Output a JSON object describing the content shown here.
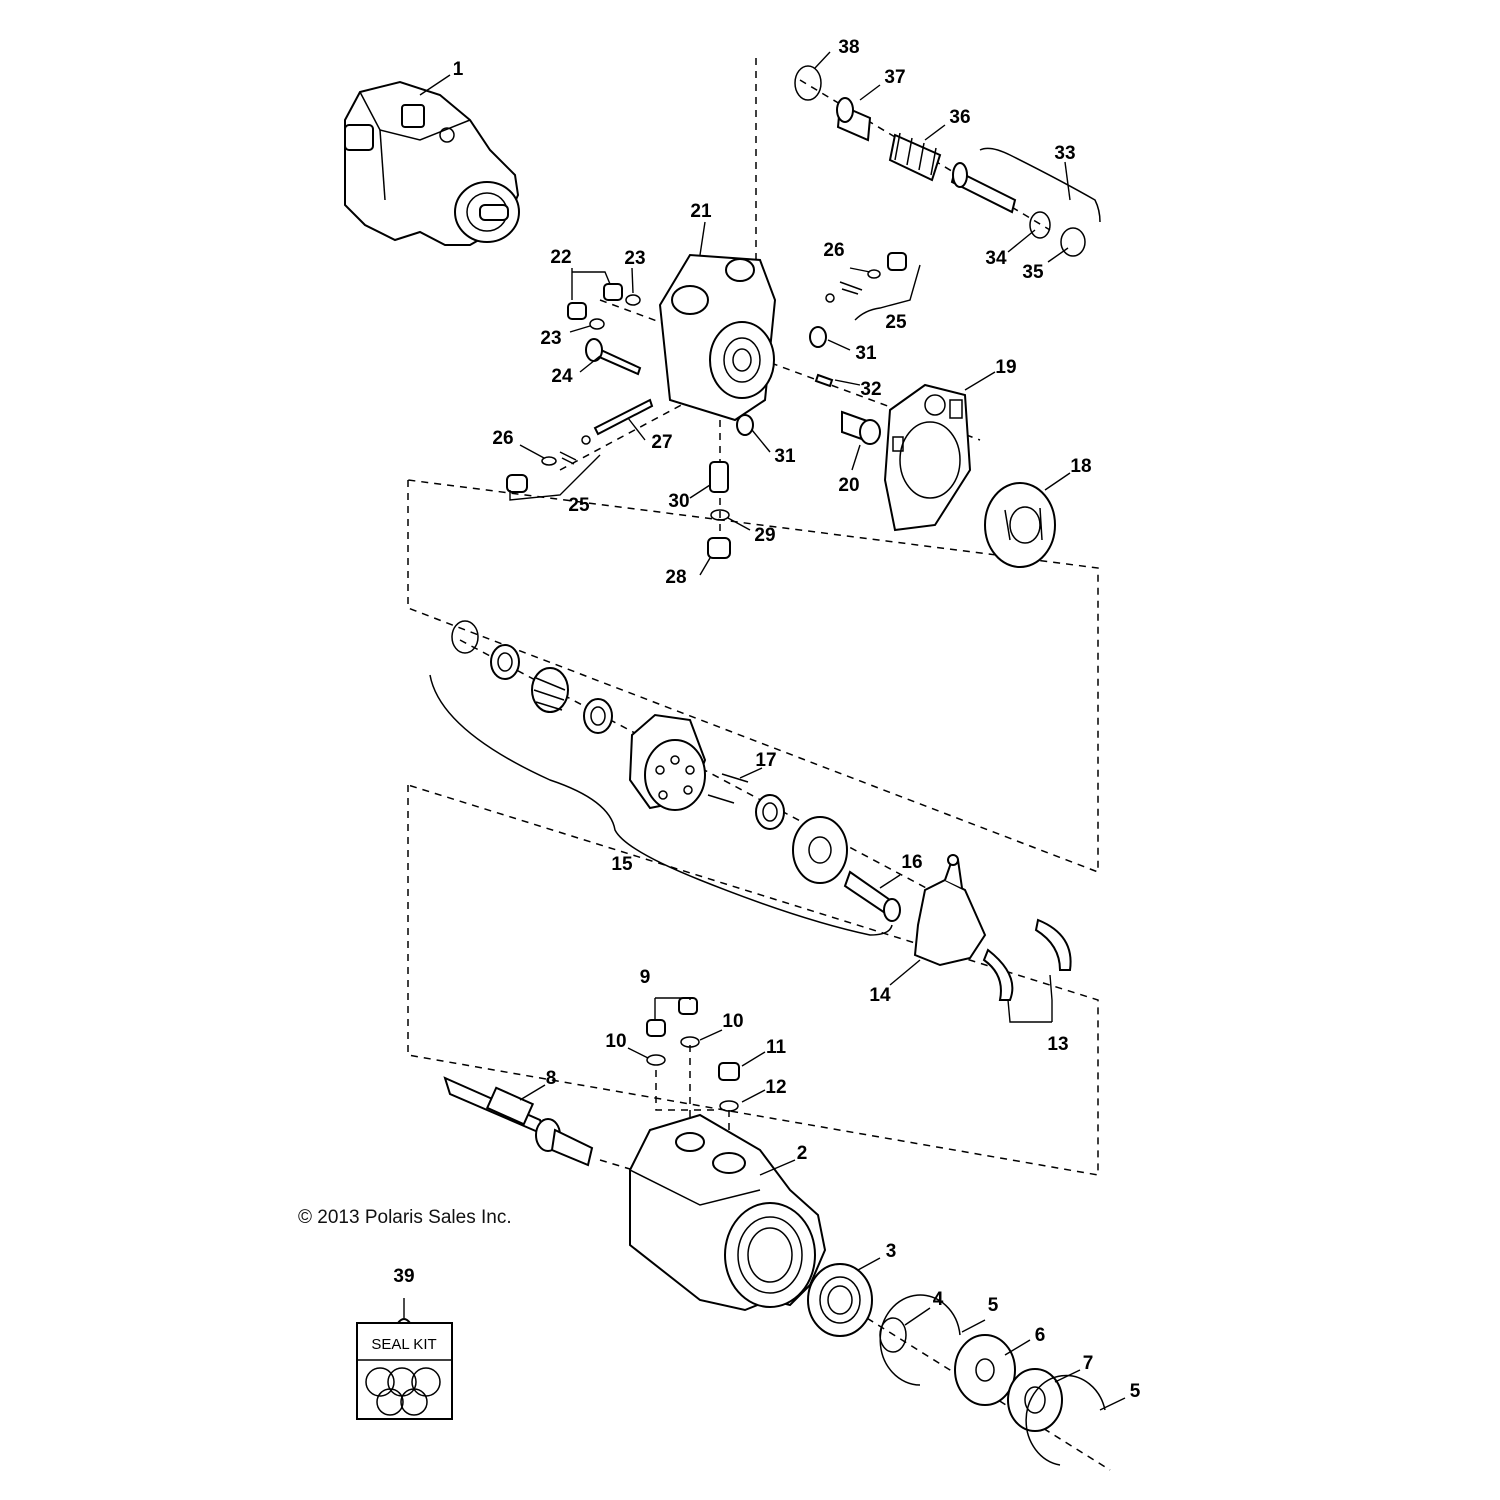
{
  "copyright": "© 2013 Polaris Sales Inc.",
  "seal_kit": {
    "label": "SEAL KIT"
  },
  "part_labels": [
    "1",
    "2",
    "3",
    "4",
    "5",
    "5",
    "6",
    "7",
    "8",
    "9",
    "10",
    "10",
    "11",
    "12",
    "13",
    "14",
    "15",
    "16",
    "17",
    "18",
    "19",
    "20",
    "21",
    "22",
    "23",
    "23",
    "24",
    "25",
    "25",
    "26",
    "26",
    "27",
    "28",
    "29",
    "30",
    "31",
    "31",
    "32",
    "33",
    "34",
    "35",
    "36",
    "37",
    "38",
    "39"
  ]
}
